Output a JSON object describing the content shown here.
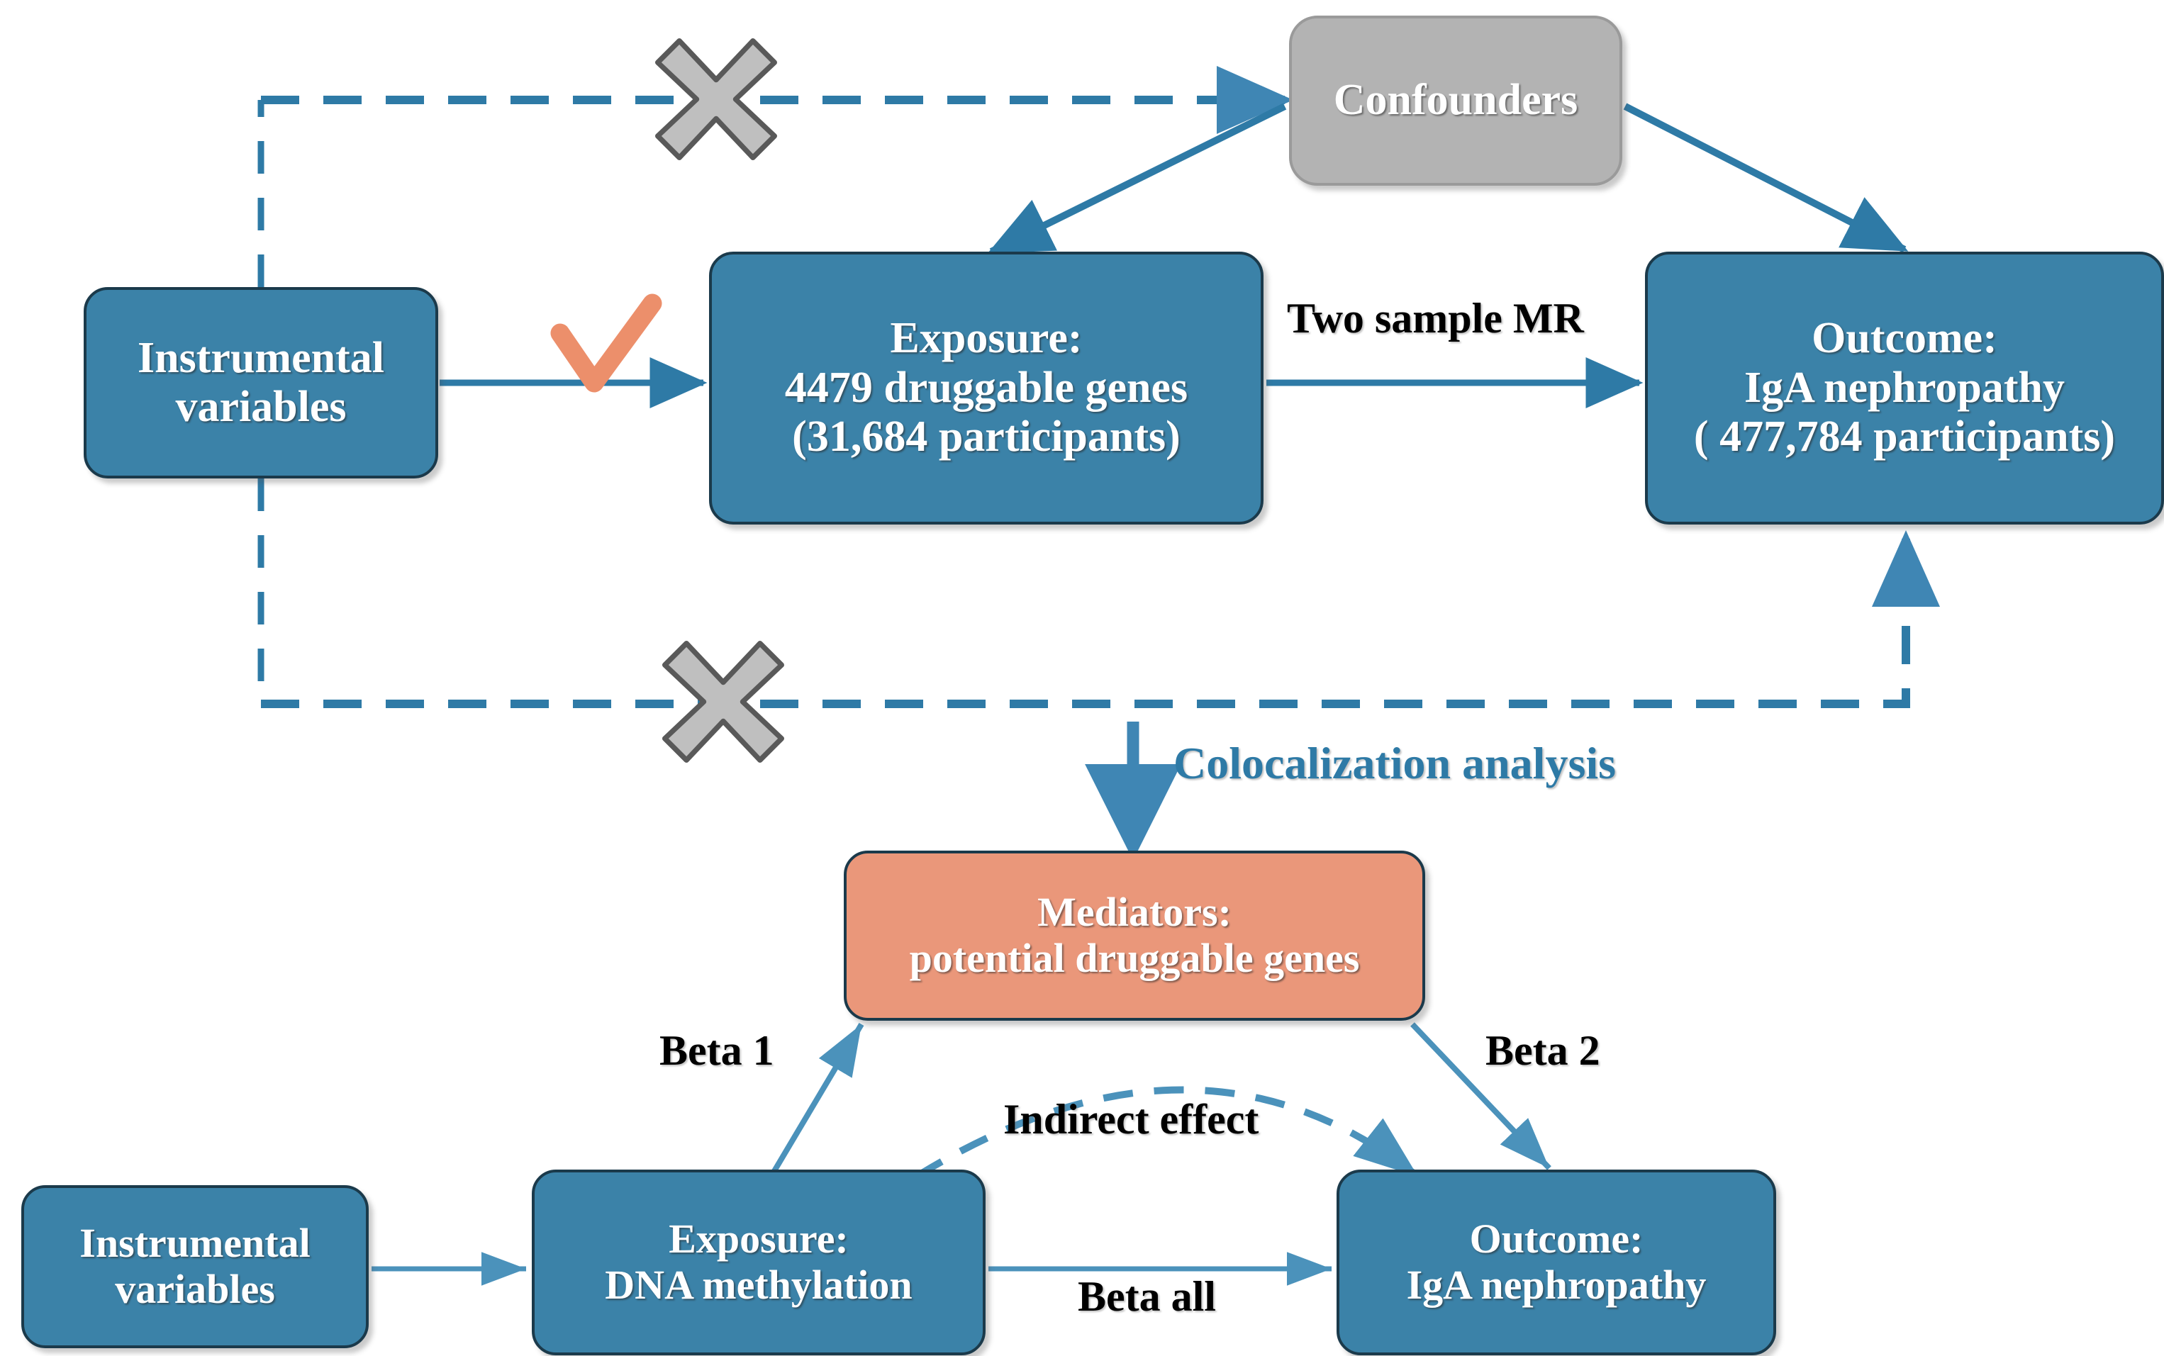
{
  "diagram": {
    "title_context": "Mendelian randomization study design",
    "colors": {
      "box_blue": "#3b82a8",
      "box_grey": "#b3b3b3",
      "box_peach": "#ea977a",
      "arrow_blue": "#2e7aa6",
      "cross_grey": "#bfbfbf",
      "check_orange": "#ec8f6b",
      "text_white": "#ffffff",
      "text_dark": "#000000"
    },
    "nodes": {
      "instrumental_top": {
        "line1": "Instrumental",
        "line2": "variables"
      },
      "exposure_top": {
        "line1": "Exposure:",
        "line2": "4479 druggable genes",
        "line3": "(31,684 participants)"
      },
      "outcome_top": {
        "line1": "Outcome:",
        "line2": "IgA nephropathy",
        "line3": "( 477,784 participants)"
      },
      "confounders": {
        "line1": "Confounders"
      },
      "mediators": {
        "line1": "Mediators:",
        "line2": "potential druggable genes"
      },
      "instrumental_bottom": {
        "line1": "Instrumental",
        "line2": "variables"
      },
      "exposure_bottom": {
        "line1": "Exposure:",
        "line2": "DNA methylation"
      },
      "outcome_bottom": {
        "line1": "Outcome:",
        "line2": "IgA nephropathy"
      }
    },
    "edge_labels": {
      "two_sample_mr": "Two sample MR",
      "colocalization": "Colocalization analysis",
      "beta1": "Beta 1",
      "beta2": "Beta 2",
      "indirect_effect": "Indirect effect",
      "beta_all": "Beta all"
    },
    "markers": {
      "violation_cross_top": "cross-mark-icon",
      "violation_cross_bottom": "cross-mark-icon",
      "valid_check": "check-mark-icon"
    }
  }
}
